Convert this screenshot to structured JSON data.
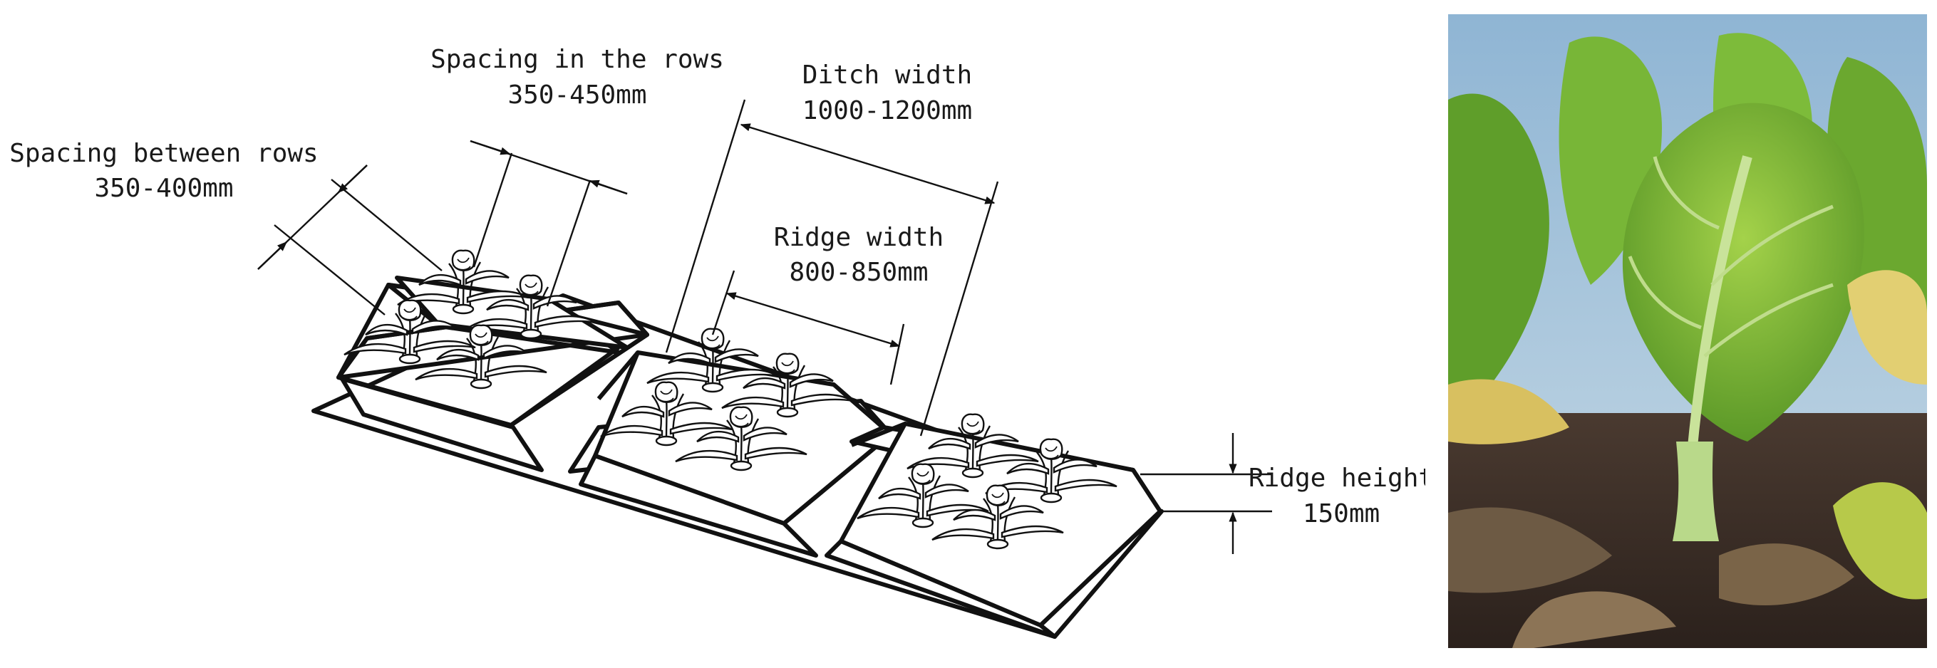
{
  "diagram": {
    "labels": {
      "spacing_rows_title": "Spacing in the rows",
      "spacing_rows_value": "350-450mm",
      "spacing_between_title": "Spacing between rows",
      "spacing_between_value": "350-400mm",
      "ditch_title": "Ditch width",
      "ditch_value": "1000-1200mm",
      "ridge_width_title": "Ridge width",
      "ridge_width_value": "800-850mm",
      "ridge_height_title": "Ridge height",
      "ridge_height_value": "150mm"
    }
  },
  "colors": {
    "line": "#111111",
    "sky": "#a9c7dd",
    "leaf": "#6fae2c",
    "soil": "#3b2d26"
  }
}
